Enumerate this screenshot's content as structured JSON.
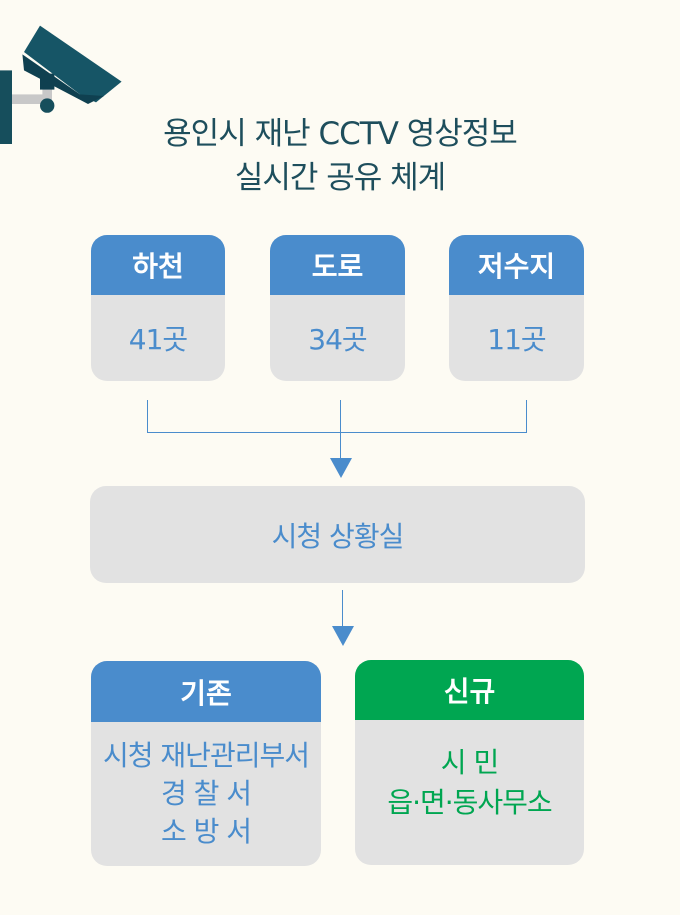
{
  "title": {
    "line1": "용인시 재난 CCTV 영상정보",
    "line2": "실시간 공유 체계"
  },
  "sources": [
    {
      "label": "하천",
      "count": "41곳"
    },
    {
      "label": "도로",
      "count": "34곳"
    },
    {
      "label": "저수지",
      "count": "11곳"
    }
  ],
  "center": {
    "label": "시청 상황실"
  },
  "existing": {
    "label": "기존",
    "items": [
      "시청 재난관리부서",
      "경 찰 서",
      "소 방 서"
    ]
  },
  "new": {
    "label": "신규",
    "items": [
      "시 민",
      "읍·면·동사무소"
    ]
  },
  "colors": {
    "blue": "#4a8ccc",
    "green": "#00a651",
    "gray": "#e2e2e2",
    "title": "#1e4e5c"
  }
}
